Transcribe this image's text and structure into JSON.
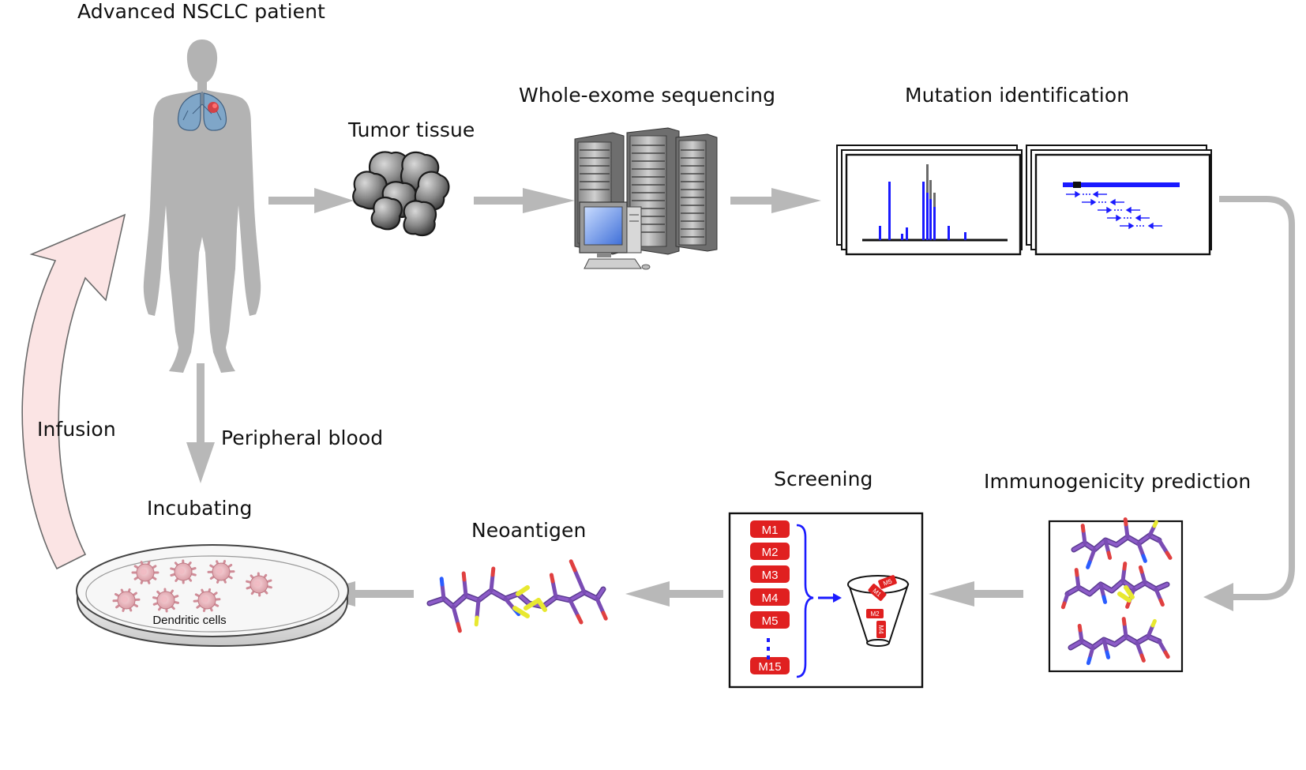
{
  "labels": {
    "patient": "Advanced NSCLC patient",
    "tumor": "Tumor tissue",
    "wes": "Whole-exome sequencing",
    "mutation": "Mutation identification",
    "immuno": "Immunogenicity prediction",
    "screening": "Screening",
    "neoantigen": "Neoantigen",
    "incubating": "Incubating",
    "blood": "Peripheral blood",
    "infusion": "Infusion",
    "dendritic": "Dendritic cells"
  },
  "screening_items": [
    "M1",
    "M2",
    "M3",
    "M4",
    "M5",
    "M15"
  ],
  "cup_items": [
    "M5",
    "M1",
    "M2",
    "M4"
  ],
  "colors": {
    "arrow": "#b8b8b8",
    "accent_red": "#e02020",
    "mutation_blue": "#1a1aff",
    "infusion_fill": "#fbe4e4",
    "body": "#b3b3b3"
  }
}
